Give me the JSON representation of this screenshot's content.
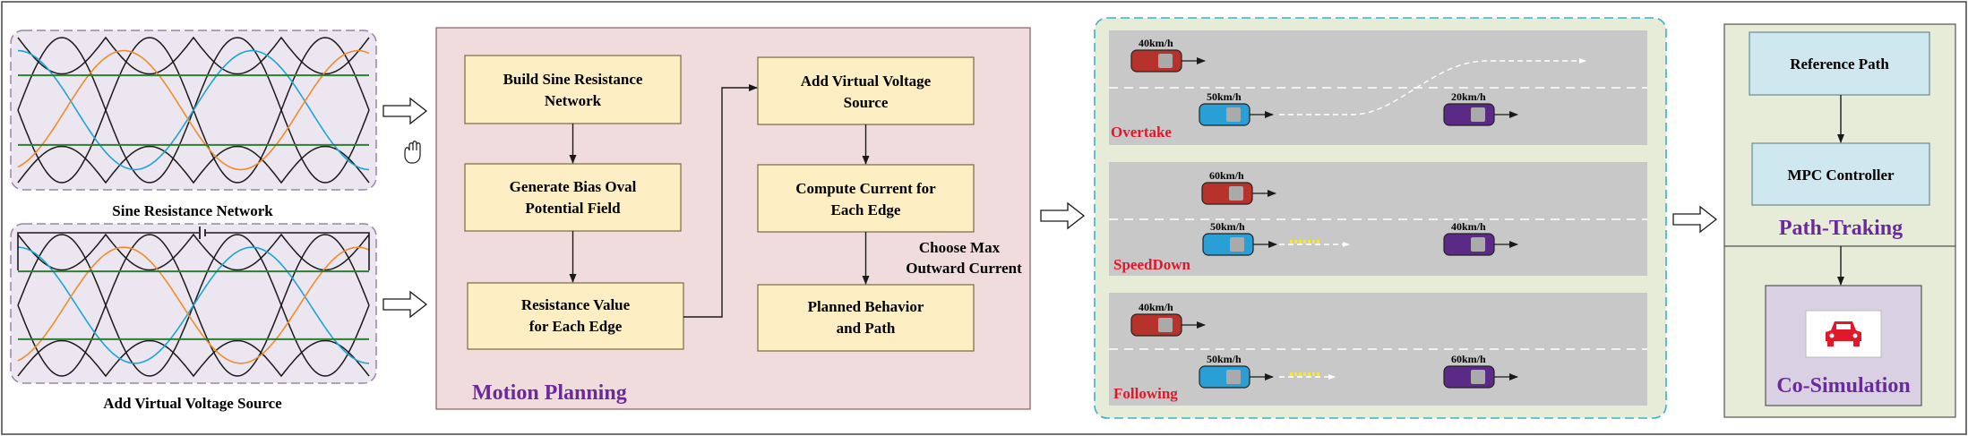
{
  "networks": {
    "sine_caption": "Sine Resistance Network",
    "voltage_caption": "Add Virtual Voltage Source"
  },
  "motion_planning": {
    "title": "Motion Planning",
    "build_line1": "Build Sine Resistance",
    "build_line2": "Network",
    "bias_line1": "Generate Bias Oval",
    "bias_line2": "Potential Field",
    "resist_line1": "Resistance Value",
    "resist_line2": "for Each Edge",
    "voltage_line1": "Add Virtual Voltage",
    "voltage_line2": "Source",
    "current_line1": "Compute Current for",
    "current_line2": "Each Edge",
    "planned_line1": "Planned Behavior",
    "planned_line2": "and Path",
    "choose_line1": "Choose Max",
    "choose_line2": "Outward Current"
  },
  "scenarios": [
    {
      "label": "Overtake",
      "speeds": [
        "40km/h",
        "50km/h",
        "20km/h"
      ]
    },
    {
      "label": "SpeedDown",
      "speeds": [
        "60km/h",
        "50km/h",
        "40km/h"
      ]
    },
    {
      "label": "Following",
      "speeds": [
        "40km/h",
        "50km/h",
        "60km/h"
      ]
    }
  ],
  "tracking": {
    "reference_path": "Reference Path",
    "mpc_controller": "MPC Controller",
    "path_tracking": "Path-Traking",
    "co_simulation": "Co-Simulation"
  },
  "colors": {
    "curve_black": "#1a1a1a",
    "curve_green": "#2e7d32",
    "curve_blue": "#1fa3d6",
    "curve_orange": "#f08c2c",
    "car_red": "#b8322c",
    "car_blue": "#2a9fd6",
    "car_purple": "#5b2a86",
    "label_red": "#e0182a",
    "title_purple": "#6a2a9a"
  }
}
